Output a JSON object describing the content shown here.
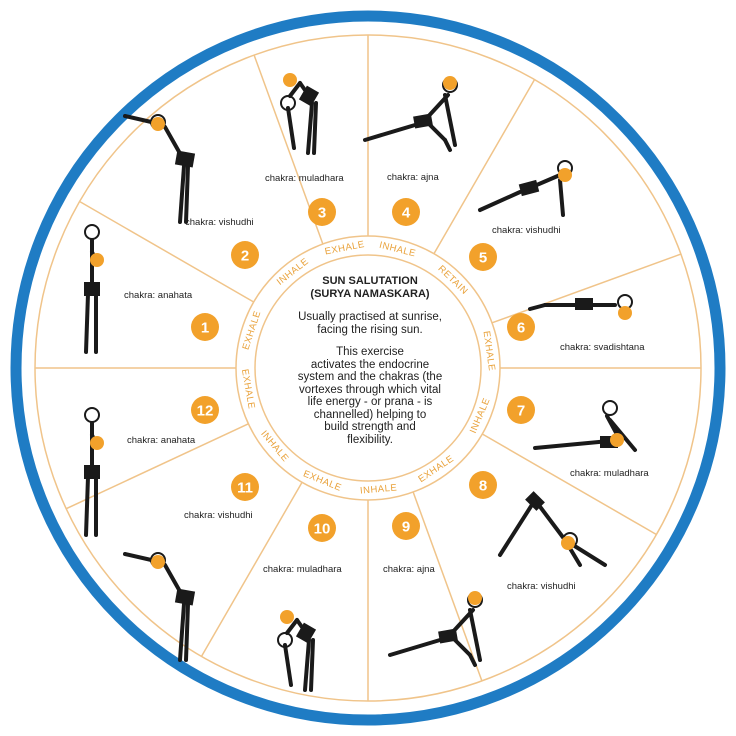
{
  "title": {
    "line1": "SUN SALUTATION",
    "line2": "(SURYA NAMASKARA)"
  },
  "description": {
    "para1": [
      "Usually practised at sunrise,",
      "facing the rising sun."
    ],
    "para2": [
      "This exercise",
      "activates the endocrine",
      "system and the chakras (the",
      "vortexes through which vital",
      "life energy - or prana - is",
      "channelled) helping to",
      "build strength and",
      "flexibility."
    ]
  },
  "breaths": [
    "EXHALE",
    "INHALE",
    "EXHALE",
    "INHALE",
    "RETAIN",
    "EXHALE",
    "INHALE",
    "EXHALE",
    "INHALE",
    "EXHALE",
    "INHALE",
    "EXHALE"
  ],
  "poses": [
    {
      "number": "1",
      "chakra": "chakra: anahata"
    },
    {
      "number": "2",
      "chakra": "chakra: vishudhi"
    },
    {
      "number": "3",
      "chakra": "chakra: muladhara"
    },
    {
      "number": "4",
      "chakra": "chakra: ajna"
    },
    {
      "number": "5",
      "chakra": "chakra: vishudhi"
    },
    {
      "number": "6",
      "chakra": "chakra: svadishtana"
    },
    {
      "number": "7",
      "chakra": "chakra: muladhara"
    },
    {
      "number": "8",
      "chakra": "chakra: vishudhi"
    },
    {
      "number": "9",
      "chakra": "chakra: ajna"
    },
    {
      "number": "10",
      "chakra": "chakra: muladhara"
    },
    {
      "number": "11",
      "chakra": "chakra: vishudhi"
    },
    {
      "number": "12",
      "chakra": "chakra: anahata"
    }
  ],
  "colors": {
    "ring": "#1f7cc4",
    "accent": "#f2a12b",
    "spoke": "#f0c48a",
    "breath": "#e9a23b",
    "figure": "#1a1a1a"
  }
}
